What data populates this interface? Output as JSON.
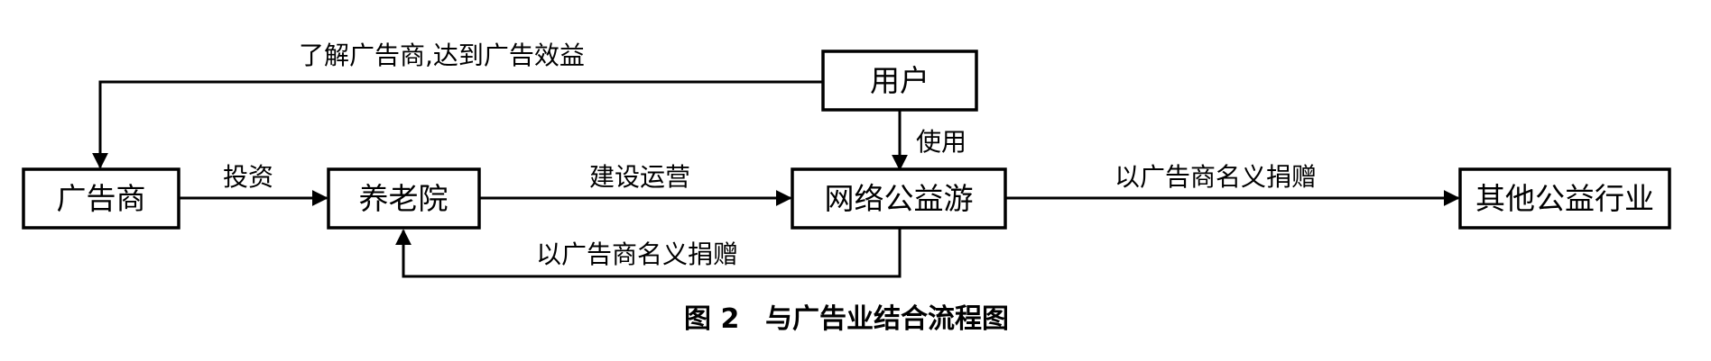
{
  "nodes": {
    "user": "用户",
    "advertiser": "广告商",
    "nursing_home": "养老院",
    "network_game": "网络公益游",
    "other_charity": "其他公益行业"
  },
  "edges": {
    "user_to_advertiser": "了解广告商,达到广告效益",
    "advertiser_to_nursing": "投资",
    "nursing_to_game": "建设运营",
    "user_to_game": "使用",
    "game_to_nursing": "以广告商名义捐赠",
    "game_to_other": "以广告商名义捐赠"
  },
  "caption": {
    "number": "图 2",
    "title": "与广告业结合流程图"
  }
}
